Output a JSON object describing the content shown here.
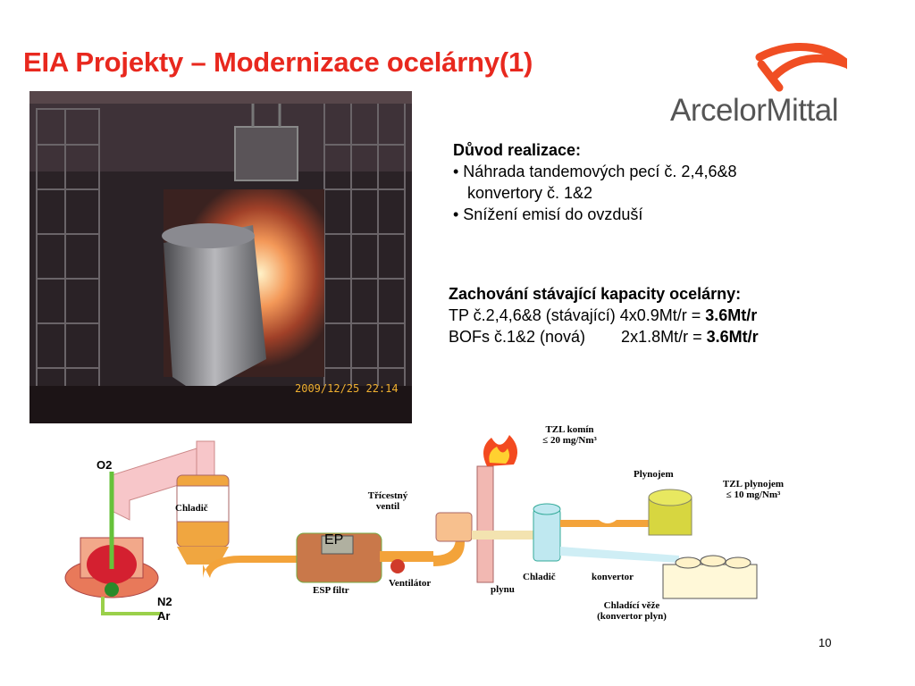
{
  "slide": {
    "title": "EIA Projekty – Modernizace ocelárny(1)",
    "page_number": "10",
    "logo_text": "ArcelorMittal",
    "photo_timestamp": "2009/12/25  22:14"
  },
  "reason": {
    "heading": "Důvod realizace:",
    "bullets": [
      "• Náhrada tandemových pecí č. 2,4,6&8",
      "konvertory č. 1&2",
      "• Snížení emisí do ovzduší"
    ]
  },
  "capacity": {
    "heading": "Zachování stávající kapacity ocelárny:",
    "rows": [
      {
        "label": "TP č.2,4,6&8 (stávající) 4x0.9Mt/r = ",
        "value": "3.6Mt/r"
      },
      {
        "label": "BOFs č.1&2 (nová)        2x1.8Mt/r = ",
        "value": "3.6Mt/r"
      }
    ]
  },
  "diagram": {
    "o2": "O2",
    "n2": "N2",
    "ar": "Ar",
    "chladic": "Chladič",
    "ep": "EP",
    "esp": "ESP filtr",
    "ventilator": "Ventilátor",
    "tricestny": "Třícestný",
    "ventil": "ventil",
    "tzl_komin_1": "TZL komín",
    "tzl_komin_2": "≤ 20 mg/Nm³",
    "plynojem": "Plynojem",
    "tzl_plynojem_1": "TZL plynojem",
    "tzl_plynojem_2": "≤ 10 mg/Nm³",
    "chladic_plynu_1": "Chladič",
    "chladic_plynu_2": "plynu",
    "konvertor": "konvertor",
    "veze_1": "Chladící věže",
    "veze_2": "(konvertor plyn)"
  },
  "colors": {
    "title": "#e8281e",
    "logo_orange": "#f04e23",
    "logo_text": "#555555"
  }
}
